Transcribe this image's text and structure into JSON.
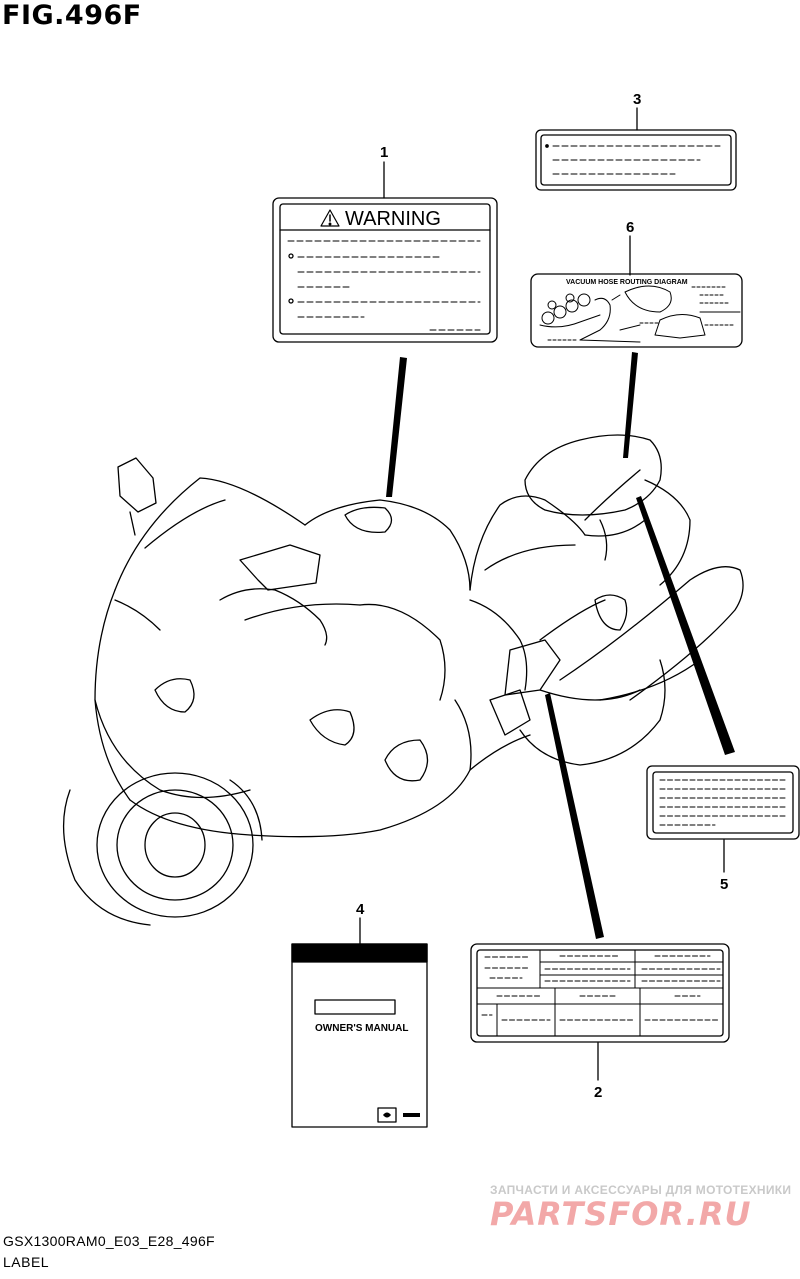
{
  "figure": {
    "title": "FIG.496F",
    "model_code": "GSX1300RAM0_E03_E28_496F",
    "section_name": "LABEL"
  },
  "callouts": {
    "c1": "1",
    "c2": "2",
    "c3": "3",
    "c4": "4",
    "c5": "5",
    "c6": "6"
  },
  "labels": {
    "warning_label_heading": "WARNING",
    "vacuum_diagram_title": "VACUUM HOSE ROUTING DIAGRAM",
    "owners_manual_title": "OWNER'S MANUAL"
  },
  "watermark": {
    "tagline": "ЗАПЧАСТИ И АКСЕССУАРЫ ДЛЯ МОТОТЕХНИКИ",
    "brand": "PARTSFOR.RU"
  }
}
